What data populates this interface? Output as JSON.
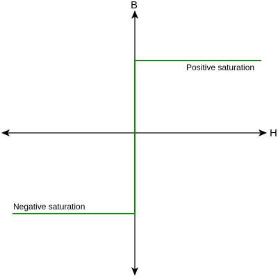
{
  "axes": {
    "x_label": "H",
    "y_label": "B",
    "color": "#000000"
  },
  "curve": {
    "color": "#118811"
  },
  "annotations": {
    "positive": "Positive saturation",
    "negative": "Negative saturation"
  }
}
